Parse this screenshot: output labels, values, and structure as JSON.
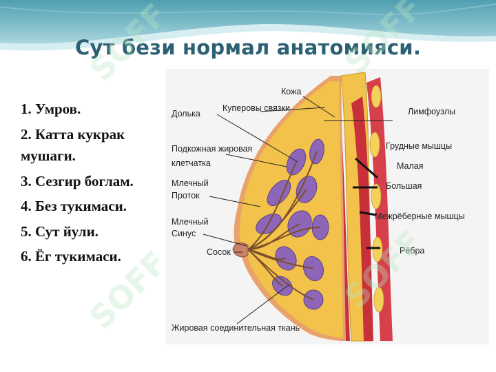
{
  "title": "Сут бези нормал анатомияси.",
  "list": [
    {
      "text": "1. Умров."
    },
    {
      "line1": "2. Катта кукрак",
      "line2": "мушаги."
    },
    {
      "text": "3. Сезгир боглам."
    },
    {
      "text": "4. Без тукимаси."
    },
    {
      "text": "5. Сут йули."
    },
    {
      "text": "6. Ёг тукимаси."
    }
  ],
  "diagram_labels": {
    "kozha": "Кожа",
    "dolka": "Долька",
    "kupera": "Куперовы связки",
    "limfouzly": "Лимфоузлы",
    "podkozhnaya_1": "Подкожная жировая",
    "podkozhnaya_2": "клетчатка",
    "grudnye": "Грудные мышцы",
    "malaya": "Малая",
    "mlechny_protok_1": "Млечный",
    "mlechny_protok_2": "Проток",
    "bolshaya": "Большая",
    "mezhreb": "Межрёберные мышцы",
    "mlechny_sinus_1": "Млечный",
    "mlechny_sinus_2": "Синус",
    "sosok": "Сосок",
    "rebra": "Рёбра",
    "zhirovaya": "Жировая соединительная ткань"
  },
  "watermark": "SOFF",
  "colors": {
    "title": "#2c6073",
    "fat": "#f2c24a",
    "muscle": "#c8303a",
    "lobule": "#8e66b8",
    "skin": "#e8a26a"
  }
}
